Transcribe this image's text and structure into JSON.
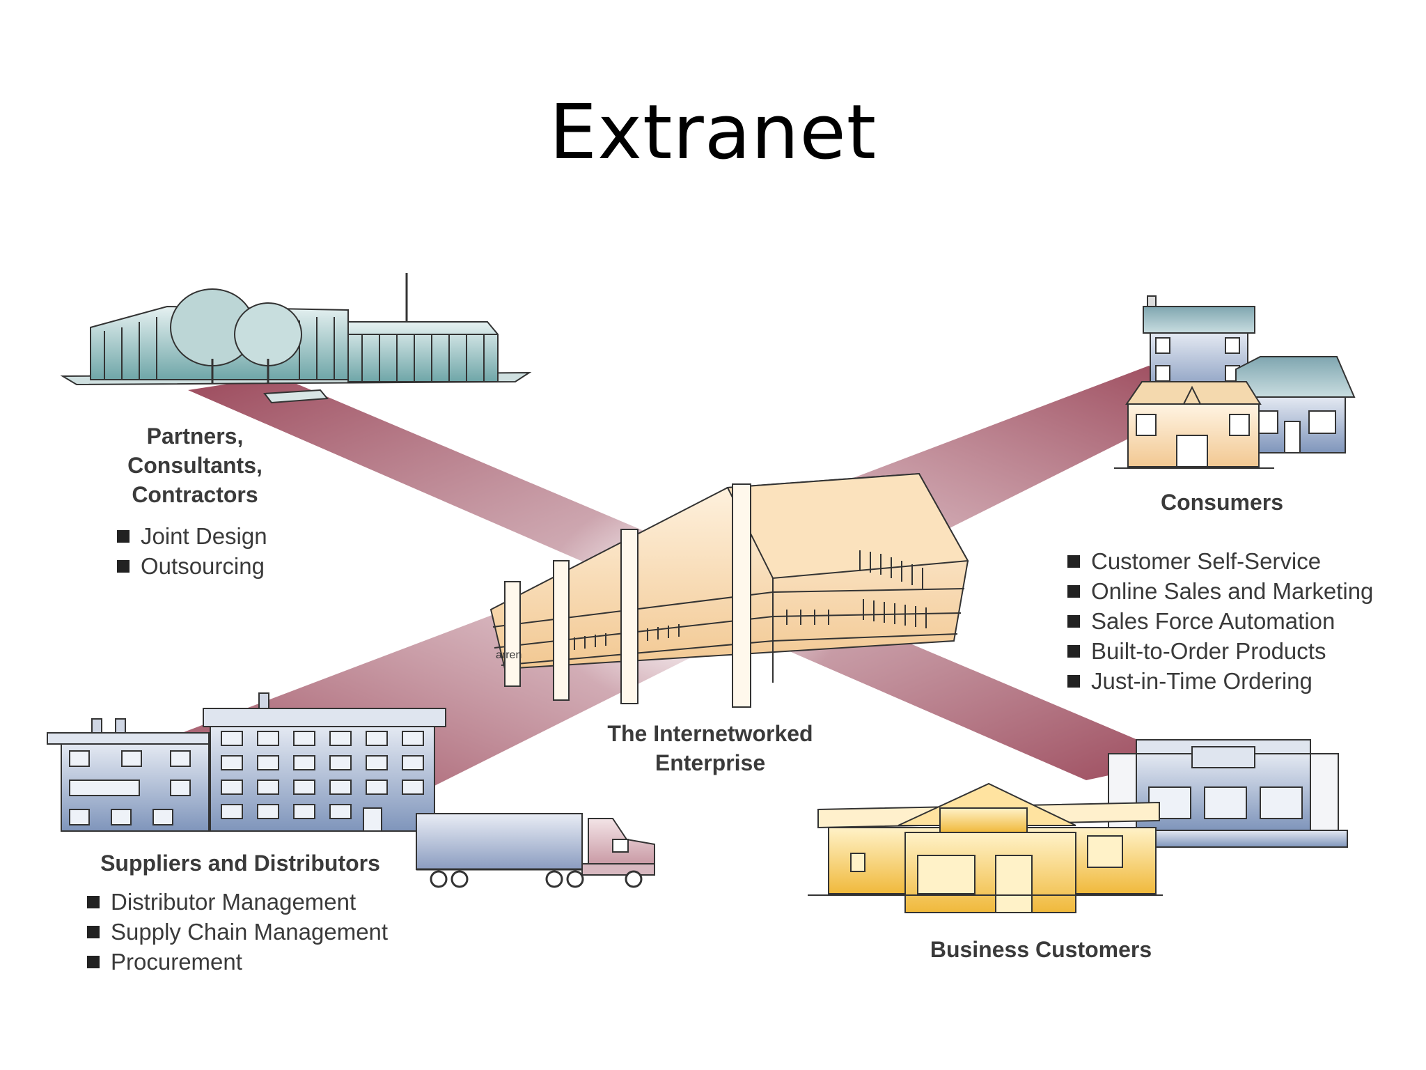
{
  "title": "Extranet",
  "center": {
    "label": "The Internetworked\nEnterprise",
    "sign": "arren"
  },
  "partners": {
    "label": "Partners,\nConsultants,\nContractors",
    "items": [
      "Joint Design",
      "Outsourcing"
    ]
  },
  "consumers": {
    "label": "Consumers",
    "items": [
      "Customer Self-Service",
      "Online Sales and Marketing",
      "Sales Force Automation",
      "Built-to-Order Products",
      "Just-in-Time Ordering"
    ]
  },
  "suppliers": {
    "label": "Suppliers and Distributors",
    "items": [
      "Distributor Management",
      "Supply Chain Management",
      "Procurement"
    ]
  },
  "business": {
    "label": "Business Customers"
  },
  "colors": {
    "beam": "#9e4b5e",
    "building_tan": "#f5d3a3",
    "building_blue": "#8fa3c4",
    "building_teal": "#7fb3b5",
    "building_yellow": "#f2c14e"
  }
}
